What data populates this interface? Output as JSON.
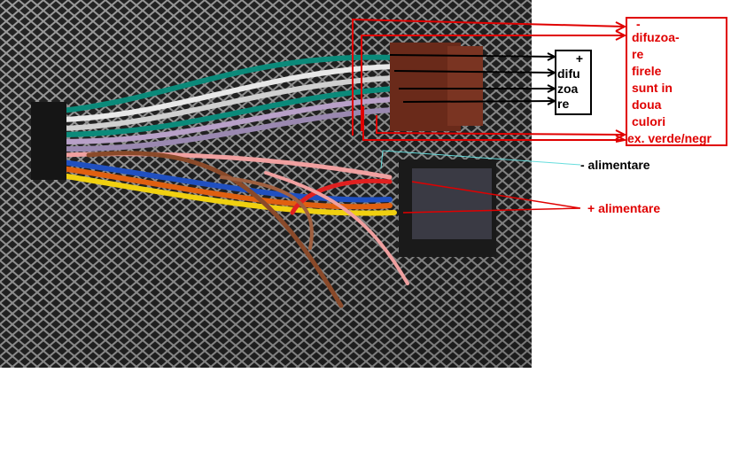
{
  "annotations": {
    "plus_speaker": {
      "sign": "+",
      "lines": [
        "difu",
        "zoa",
        "re"
      ]
    },
    "minus_speaker": {
      "sign": "-",
      "lines": [
        "difuzoa-",
        "re",
        "firele",
        "sunt in",
        "doua",
        "culori",
        "ex. verde/negr"
      ]
    },
    "minus_power": "- alimentare",
    "plus_power": "+ alimentare"
  },
  "colors": {
    "annotation_red": "#e00000",
    "annotation_black": "#000000",
    "minus_power_line": "#66dddd"
  }
}
